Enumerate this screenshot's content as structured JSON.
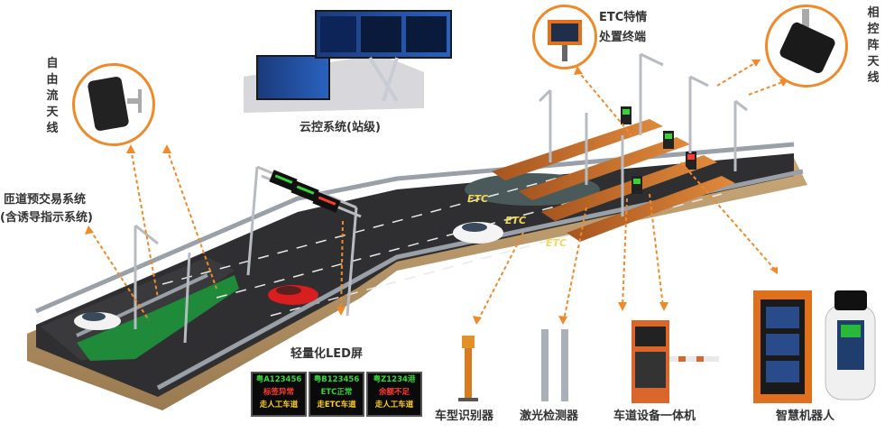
{
  "labels": {
    "cloud_control": "云控系统(站级)",
    "etc_terminal_line1": "ETC特情",
    "etc_terminal_line2": "处置终端",
    "phased_antenna": "相控阵天线",
    "free_flow_antenna": "自由流天线",
    "pretrade_line1": "匝道预交易系统",
    "pretrade_line2": "(含诱导指示系统)",
    "led_title": "轻量化LED屏",
    "vehicle_recognizer": "车型识别器",
    "laser_detector": "激光检测器",
    "lane_integrated": "车道设备一体机",
    "smart_robot": "智慧机器人"
  },
  "led_panels": [
    {
      "plate": "粤A123456",
      "status": "标签异常",
      "status_type": "error",
      "lane": "走人工车道"
    },
    {
      "plate": "粤B123456",
      "status": "ETC正常",
      "status_type": "ok",
      "lane": "走ETC车道"
    },
    {
      "plate": "粤Z1234港",
      "status": "余额不足",
      "status_type": "error",
      "lane": "走人工车道"
    }
  ],
  "road_markings": [
    "ETC",
    "ETC",
    "ETC"
  ],
  "colors": {
    "accent": "#ef8a2b",
    "road": "#2f2f31",
    "grass": "#1e8a3a",
    "booth": "#c46a2b",
    "led_bg": "#0a0a0a"
  },
  "icons": [
    "antenna-panel-icon",
    "etc-terminal-icon",
    "phased-array-antenna-icon",
    "car-icon",
    "gantry-icon",
    "robot-icon"
  ]
}
